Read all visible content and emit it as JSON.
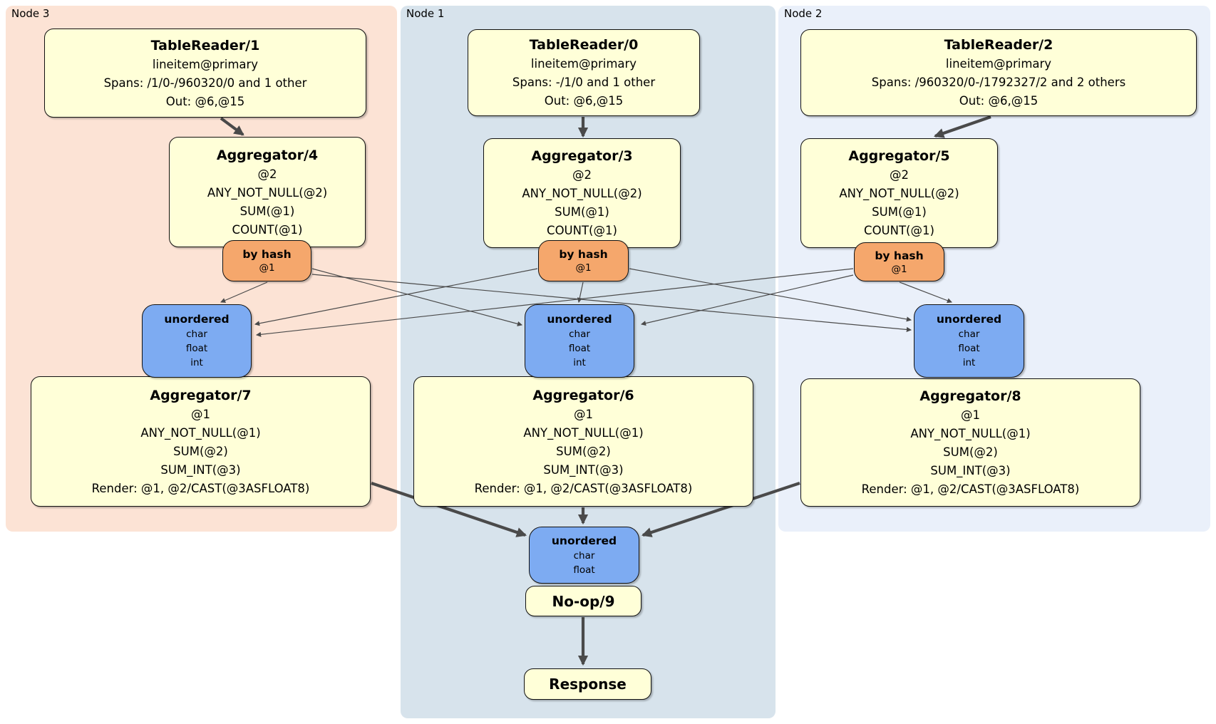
{
  "colors": {
    "node3_panel": "#fce3d5",
    "node1_panel": "#d7e3ec",
    "node2_panel": "#eaf0fa",
    "processor_box": "#ffffd8",
    "router_box": "#f5a76c",
    "stream_box": "#7dabf2",
    "edge": "#4a4a4a"
  },
  "panels": [
    {
      "label": "Node 3"
    },
    {
      "label": "Node 1"
    },
    {
      "label": "Node 2"
    }
  ],
  "table_readers": [
    {
      "title": "TableReader/1",
      "lines": [
        "lineitem@primary",
        "Spans: /1/0-/960320/0 and 1 other",
        "Out: @6,@15"
      ]
    },
    {
      "title": "TableReader/0",
      "lines": [
        "lineitem@primary",
        "Spans: -/1/0 and 1 other",
        "Out: @6,@15"
      ]
    },
    {
      "title": "TableReader/2",
      "lines": [
        "lineitem@primary",
        "Spans: /960320/0-/1792327/2 and 2 others",
        "Out: @6,@15"
      ]
    }
  ],
  "aggregators_top": [
    {
      "title": "Aggregator/4",
      "lines": [
        "@2",
        "ANY_NOT_NULL(@2)",
        "SUM(@1)",
        "COUNT(@1)"
      ]
    },
    {
      "title": "Aggregator/3",
      "lines": [
        "@2",
        "ANY_NOT_NULL(@2)",
        "SUM(@1)",
        "COUNT(@1)"
      ]
    },
    {
      "title": "Aggregator/5",
      "lines": [
        "@2",
        "ANY_NOT_NULL(@2)",
        "SUM(@1)",
        "COUNT(@1)"
      ]
    }
  ],
  "routers": [
    {
      "label": "by hash",
      "detail": "@1"
    },
    {
      "label": "by hash",
      "detail": "@1"
    },
    {
      "label": "by hash",
      "detail": "@1"
    }
  ],
  "streams": [
    {
      "label": "unordered",
      "types": [
        "char",
        "float",
        "int"
      ]
    },
    {
      "label": "unordered",
      "types": [
        "char",
        "float",
        "int"
      ]
    },
    {
      "label": "unordered",
      "types": [
        "char",
        "float",
        "int"
      ]
    }
  ],
  "aggregators_bottom": [
    {
      "title": "Aggregator/7",
      "lines": [
        "@1",
        "ANY_NOT_NULL(@1)",
        "SUM(@2)",
        "SUM_INT(@3)",
        "Render: @1, @2/CAST(@3ASFLOAT8)"
      ]
    },
    {
      "title": "Aggregator/6",
      "lines": [
        "@1",
        "ANY_NOT_NULL(@1)",
        "SUM(@2)",
        "SUM_INT(@3)",
        "Render: @1, @2/CAST(@3ASFLOAT8)"
      ]
    },
    {
      "title": "Aggregator/8",
      "lines": [
        "@1",
        "ANY_NOT_NULL(@1)",
        "SUM(@2)",
        "SUM_INT(@3)",
        "Render: @1, @2/CAST(@3ASFLOAT8)"
      ]
    }
  ],
  "final_stream": {
    "label": "unordered",
    "types": [
      "char",
      "float"
    ]
  },
  "noop": {
    "title": "No-op/9"
  },
  "response": {
    "title": "Response"
  }
}
